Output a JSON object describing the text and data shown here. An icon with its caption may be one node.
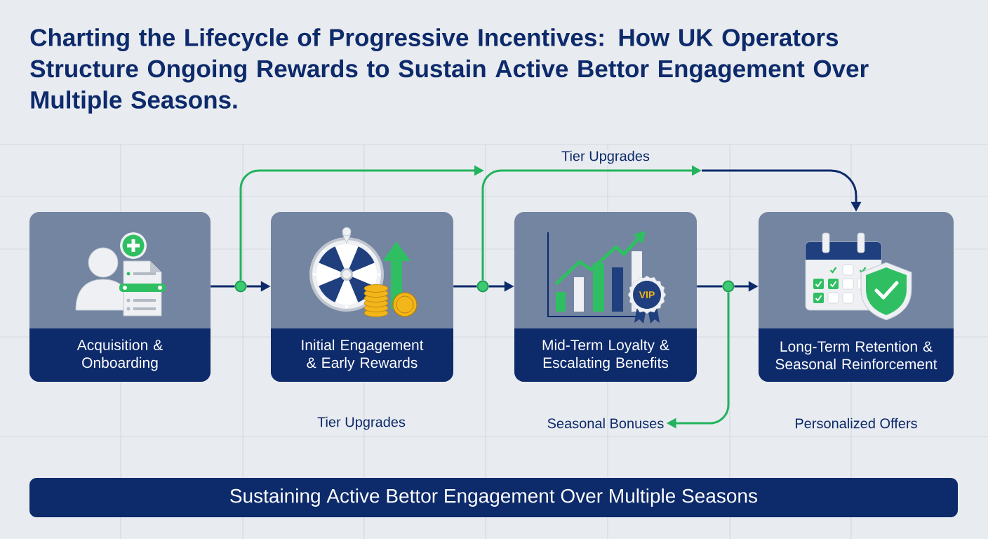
{
  "diagram": {
    "title": "Charting the Lifecycle of Progressive Incentives: How UK Operators Structure Ongoing Rewards to Sustain Active Bettor Engagement Over Multiple Seasons.",
    "nodes": [
      {
        "text": [
          "Acquisition & Onboarding"
        ]
      },
      {
        "text": [],
        "shape": "circle"
      },
      {
        "text": [
          "Initial Engagement & Early Rewards"
        ]
      },
      {
        "text": [],
        "shape": "circle"
      },
      {
        "text": [
          "Mid-Term Loyalty & Escalating Benefits"
        ]
      },
      {
        "text": [],
        "shape": "circle"
      },
      {
        "text": [
          "Long-Term Retention & Seasonal Reinforcement"
        ]
      },
      {
        "text": [
          "Seasonal Bonuses"
        ]
      },
      {
        "text": [
          "Sustaining Active Bettor Engagement Over Multiple Seasons"
        ]
      }
    ],
    "edges": [
      {
        "from": 0,
        "to": 1,
        "arrow": "none"
      },
      {
        "from": 1,
        "to": 2,
        "arrow": "to"
      },
      {
        "from": 1,
        "to": null,
        "arrow": "to",
        "color": "#22b35e"
      },
      {
        "from": 2,
        "to": 3,
        "arrow": "none"
      },
      {
        "from": 3,
        "to": 4,
        "arrow": "to"
      },
      {
        "from": 3,
        "to": null,
        "arrow": "to",
        "label": "Tier Upgrades",
        "color": "#22b35e"
      },
      {
        "from": null,
        "to": 6,
        "arrow": "to"
      },
      {
        "from": 4,
        "to": 5,
        "arrow": "none"
      },
      {
        "from": 5,
        "to": 6,
        "arrow": "to"
      },
      {
        "from": 5,
        "to": 7,
        "arrow": "to",
        "color": "#22b35e"
      }
    ],
    "labels": [
      "VIP",
      "Tier Upgrades",
      "Personalized Offers"
    ]
  }
}
